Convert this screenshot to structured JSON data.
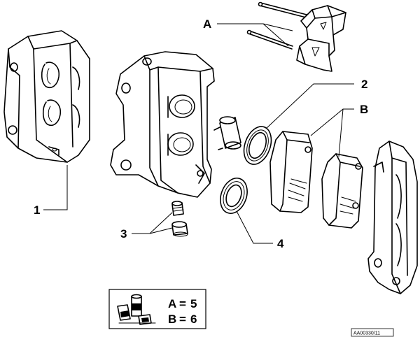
{
  "callouts": [
    {
      "id": "1",
      "label": "1"
    },
    {
      "id": "2",
      "label": "2"
    },
    {
      "id": "3",
      "label": "3"
    },
    {
      "id": "4",
      "label": "4"
    },
    {
      "id": "A",
      "label": "A"
    },
    {
      "id": "B",
      "label": "B"
    }
  ],
  "legend": {
    "rows": [
      {
        "key": "A",
        "sep": "=",
        "value": "5"
      },
      {
        "key": "B",
        "sep": "=",
        "value": "6"
      }
    ]
  },
  "reference_code": "AA00330/11"
}
